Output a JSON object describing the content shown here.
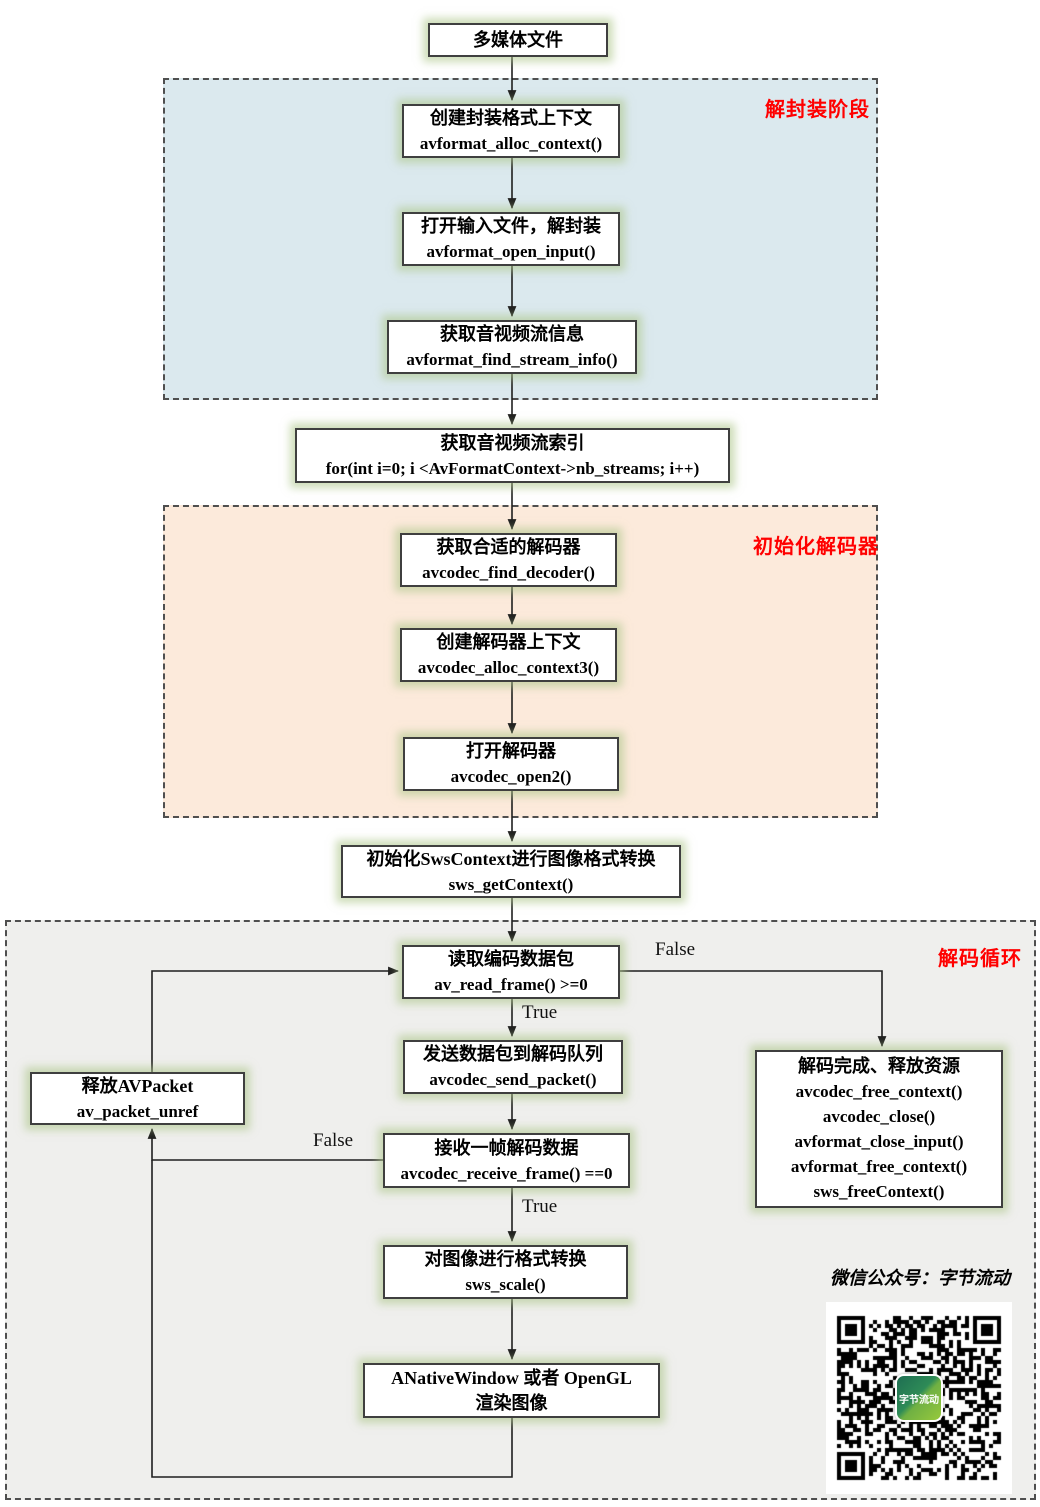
{
  "diagram": {
    "nodes": {
      "media_file": {
        "title": "多媒体文件"
      },
      "alloc_context": {
        "title": "创建封装格式上下文",
        "code": "avformat_alloc_context()"
      },
      "open_input": {
        "title": "打开输入文件，解封装",
        "code": "avformat_open_input()"
      },
      "find_stream_info": {
        "title": "获取音视频流信息",
        "code": "avformat_find_stream_info()"
      },
      "stream_index": {
        "title": "获取音视频流索引",
        "code": "for(int i=0; i <AvFormatContext->nb_streams; i++)"
      },
      "find_decoder": {
        "title": "获取合适的解码器",
        "code": "avcodec_find_decoder()"
      },
      "alloc_context3": {
        "title": "创建解码器上下文",
        "code": "avcodec_alloc_context3()"
      },
      "open2": {
        "title": "打开解码器",
        "code": "avcodec_open2()"
      },
      "sws_get_context": {
        "title": "初始化SwsContext进行图像格式转换",
        "code": "sws_getContext()"
      },
      "read_frame": {
        "title": "读取编码数据包",
        "code": "av_read_frame() >=0"
      },
      "send_packet": {
        "title": "发送数据包到解码队列",
        "code": "avcodec_send_packet()"
      },
      "receive_frame": {
        "title": "接收一帧解码数据",
        "code": "avcodec_receive_frame() ==0"
      },
      "packet_unref": {
        "title": "释放AVPacket",
        "code": "av_packet_unref"
      },
      "release_resources": {
        "title": "解码完成、释放资源",
        "code_lines": [
          "avcodec_free_context()",
          "avcodec_close()",
          "avformat_close_input()",
          "avformat_free_context()",
          "sws_freeContext()"
        ]
      },
      "sws_scale": {
        "title": "对图像进行格式转换",
        "code": "sws_scale()"
      },
      "render": {
        "title": "ANativeWindow 或者 OpenGL",
        "code": "渲染图像"
      }
    },
    "regions": {
      "demux": {
        "label": "解封装阶段",
        "fill": "#dbe9ee"
      },
      "init_decoder": {
        "label": "初始化解码器",
        "fill": "#fceadb"
      },
      "decode_loop": {
        "label": "解码循环",
        "fill": "#efefed"
      }
    },
    "edge_labels": {
      "read_true": "True",
      "read_false": "False",
      "receive_false": "False",
      "receive_true": "True"
    },
    "colors": {
      "region_label": "#ff0000",
      "line": "#1f1f1f",
      "box_border": "#3f3f3f",
      "glow": "#adc78a",
      "qr_green_dark": "#2e8b57",
      "qr_green_light": "#97c93c"
    },
    "footer": {
      "wechat": "微信公众号：字节流动",
      "qr_logo": "字节流动"
    }
  }
}
